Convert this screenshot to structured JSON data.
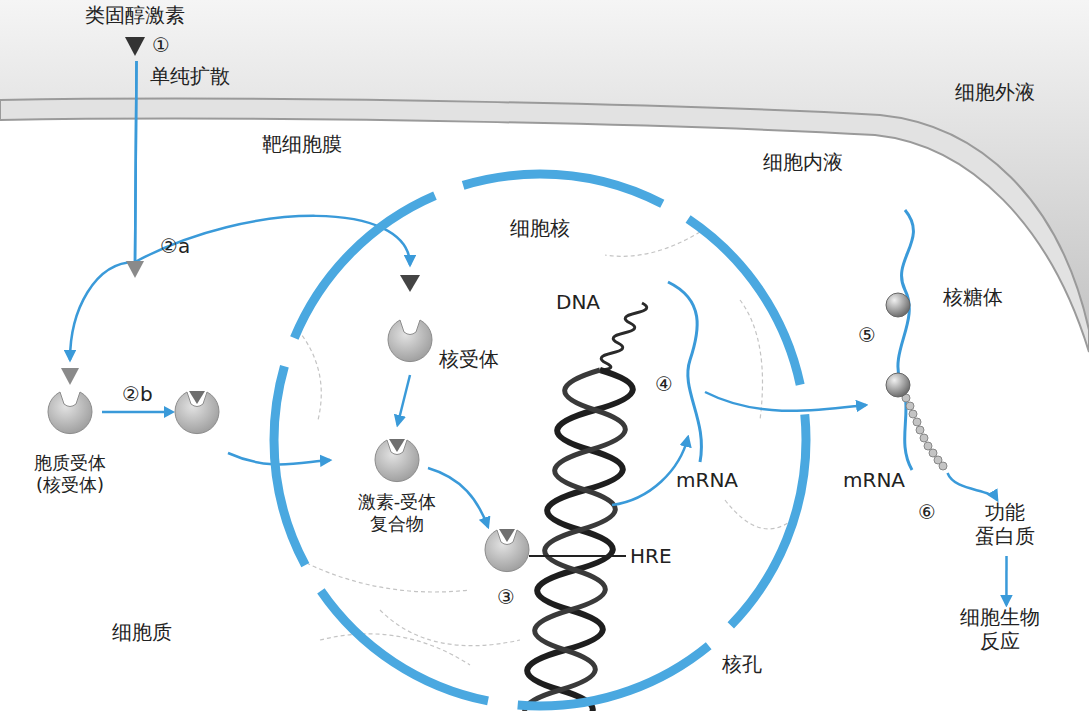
{
  "diagram": {
    "nodes": [
      {
        "text": [
          "类固醇激素"
        ]
      },
      {
        "text": [
          "胞质受体 (核受体)"
        ]
      },
      {
        "text": [
          "细胞核"
        ]
      },
      {
        "text": [
          "核受体"
        ],
        "in": 2
      },
      {
        "text": [
          "激素-受体 复合物"
        ],
        "in": 2
      },
      {
        "text": [
          "核糖体"
        ]
      },
      {
        "text": [
          "功能 蛋白质"
        ]
      },
      {
        "text": [
          "细胞生物 反应"
        ]
      }
    ],
    "edges": [
      {
        "from": 0,
        "to": 1,
        "arrow": "to"
      },
      {
        "from": 0,
        "to": 3,
        "arrow": "to"
      },
      {
        "from": 1,
        "to": 4,
        "arrow": "to"
      },
      {
        "from": 3,
        "to": 4,
        "arrow": "to"
      },
      {
        "from": 5,
        "to": 6,
        "arrow": "to"
      },
      {
        "from": 6,
        "to": 7,
        "arrow": "to"
      }
    ],
    "labels": [
      "①",
      "单纯扩散",
      "细胞外液",
      "靶细胞膜",
      "细胞内液",
      "②a",
      "②b",
      "DNA",
      "⑤",
      "④",
      "mRNA",
      "mRNA",
      "HRE",
      "③",
      "⑥",
      "细胞质",
      "核孔"
    ]
  }
}
